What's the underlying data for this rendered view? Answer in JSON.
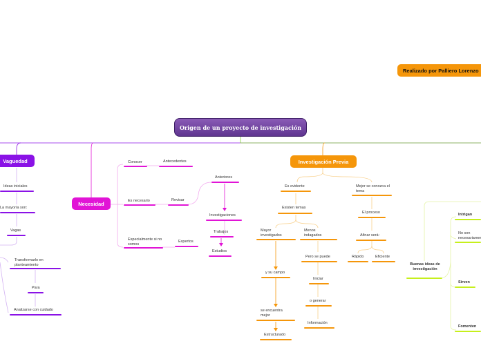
{
  "diagram": {
    "root": "Origen de un proyecto de investigación",
    "author_box": "Realizado por Palliero Lorenzo",
    "branches": {
      "vaguedad": {
        "title": "Vaguedad",
        "items": [
          "Ideas iniciales",
          "La mayoría son:",
          "Vagas",
          "Transformarlo en planteamiento",
          "Para",
          "Analizarse con cuidado"
        ]
      },
      "necesidad": {
        "title": "Necesidad",
        "items": [
          "Conocer",
          "Antecedentes",
          "Es necesario",
          "Revisar",
          "Especialmente si no somos",
          "Expertos",
          "Anteriores",
          "Investigaciones",
          "Trabajos",
          "Estudios"
        ]
      },
      "investigacion_previa": {
        "title": "Investigación Previa",
        "items": [
          "Es evidente",
          "Existen temas",
          "Mayor investigados",
          "Menos indagados",
          "y su campo",
          "se encuentra mejor",
          "Estructurado",
          "Pero se puede",
          "Iniciar",
          "o generar",
          "Información",
          "Mejor se conozca el tema",
          "El proceso",
          "Afinar será:",
          "Rápido",
          "Eficiente"
        ]
      },
      "buenas_ideas": {
        "title": "Buenas ideas de investigación",
        "items": [
          "Intrigan",
          "No son necesariamente",
          "Sirven",
          "Fomenten"
        ]
      }
    }
  }
}
